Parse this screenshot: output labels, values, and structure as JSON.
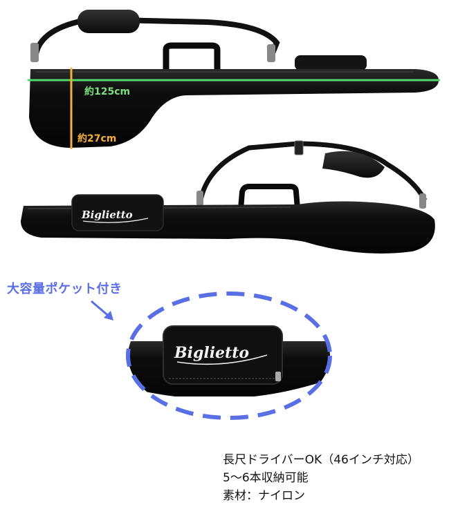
{
  "annotations": {
    "length": "約125cm",
    "width": "約27cm",
    "pocket": "大容量ポケット付き"
  },
  "brand": "Biglietto",
  "specs": [
    "長尺ドライバーOK（46インチ対応）",
    "5～6本収納可能",
    "素材：ナイロン"
  ],
  "colors": {
    "bag": "#0d0d0d",
    "length_line": "#4fd96a",
    "width_line": "#f5b13a",
    "pocket_ring": "#5a6ee6"
  }
}
